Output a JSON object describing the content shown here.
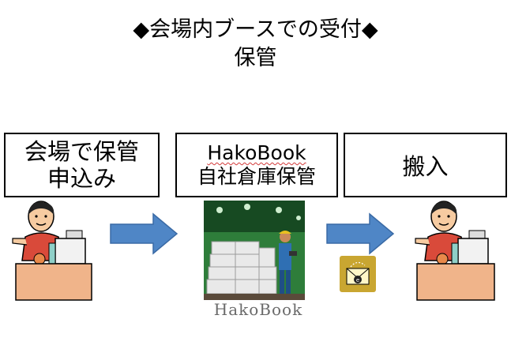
{
  "heading": {
    "line1": "◆会場内ブースでの受付◆",
    "line2": "保管"
  },
  "steps": [
    {
      "lines": [
        "会場で保管",
        "申込み"
      ]
    },
    {
      "lines": [
        "HakoBook",
        "自社倉庫保管"
      ]
    },
    {
      "lines": [
        "搬入"
      ]
    }
  ],
  "logo_text": "HakoBook",
  "colors": {
    "arrow_fill": "#4f86c6",
    "desk": "#f0b48a",
    "warehouse_bg": "#2e7d3a",
    "envelope_tile": "#c9a631"
  },
  "icons": [
    "receptionist-left",
    "right-arrow",
    "warehouse-photo",
    "right-arrow",
    "email-envelope-icon",
    "receptionist-right"
  ]
}
